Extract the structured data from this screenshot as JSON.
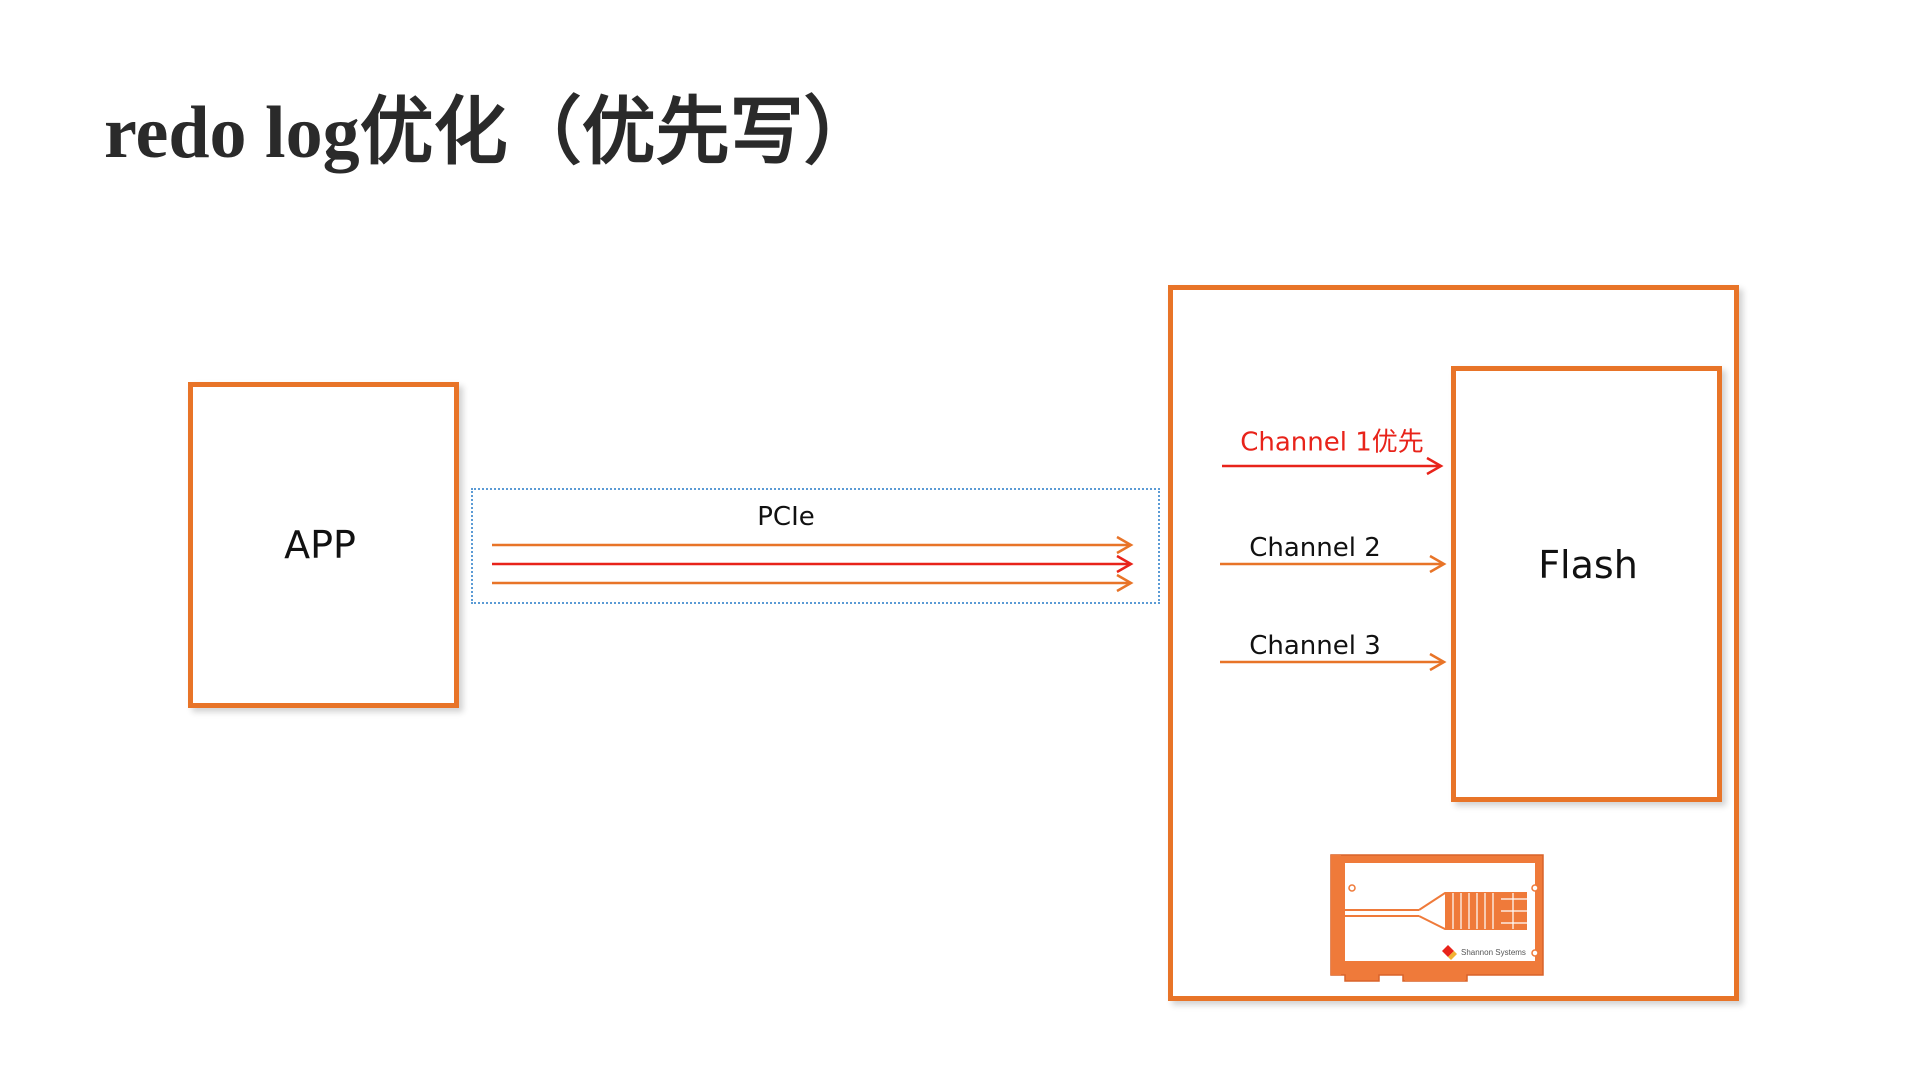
{
  "slide": {
    "title": "redo log优化（优先写）"
  },
  "diagram": {
    "app_label": "APP",
    "pcie_label": "PCIe",
    "flash_label": "Flash",
    "channels": [
      {
        "label": "Channel 1优先",
        "color": "#e8231a"
      },
      {
        "label": "Channel 2",
        "color": "#e87428"
      },
      {
        "label": "Channel 3",
        "color": "#e87428"
      }
    ],
    "colors": {
      "accent": "#e87428",
      "priority": "#e8231a",
      "pcie_border": "#5b9bd5"
    },
    "card": {
      "icon": "ssd-card-icon",
      "brand": "Shannon Systems"
    }
  }
}
